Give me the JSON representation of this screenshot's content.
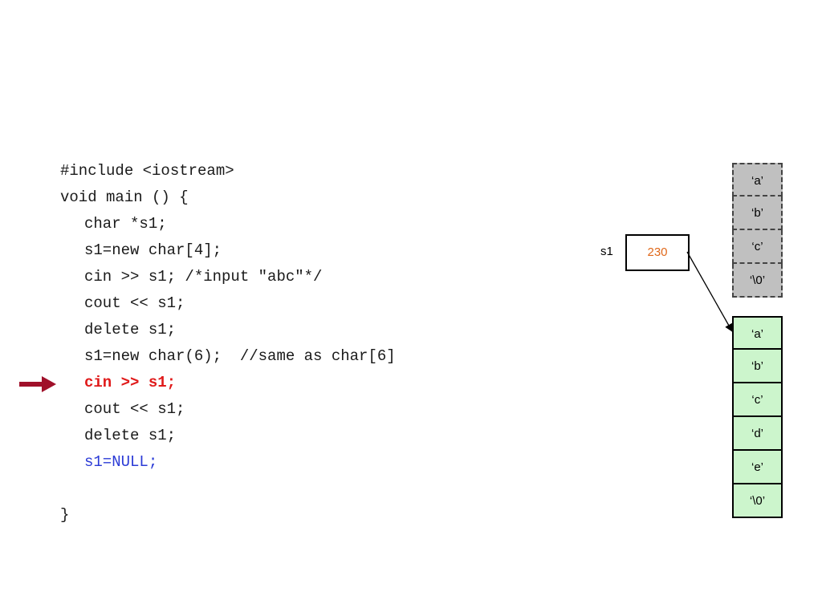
{
  "code": {
    "lines": [
      "#include <iostream>",
      "void main () {",
      "char *s1;",
      "s1=new char[4];",
      "cin >> s1; /*input \"abc\"*/",
      "cout << s1;",
      "delete s1;",
      "s1=new char(6);  //same as char[6]",
      "cin >> s1;",
      "cout << s1;",
      "delete s1;",
      "s1=NULL;",
      "",
      "}"
    ]
  },
  "variable": {
    "name": "s1",
    "value": "230"
  },
  "old_block": {
    "cells": [
      "‘a’",
      "‘b’",
      "‘c’",
      "‘\\0’"
    ]
  },
  "new_block": {
    "cells": [
      "‘a’",
      "‘b’",
      "‘c’",
      "‘d’",
      "‘e’",
      "‘\\0’"
    ]
  },
  "colors": {
    "current_line": "#e01a1a",
    "highlight_line": "#2b3bd6",
    "arrow": "#a0102a",
    "value": "#e0681a",
    "old_fill": "#c0c0c0",
    "new_fill": "#ccf5cc"
  }
}
